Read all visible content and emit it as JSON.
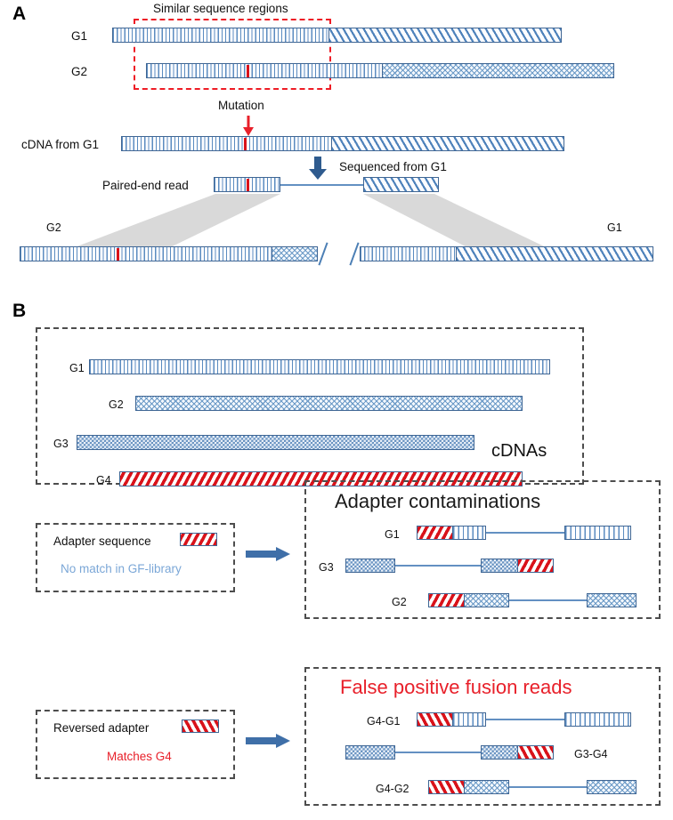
{
  "figure": {
    "panels": [
      {
        "letter": "A"
      },
      {
        "letter": "B"
      }
    ]
  },
  "panelA": {
    "letter": "A",
    "similar_region_label": "Similar sequence regions",
    "mutation_label": "Mutation",
    "gene1_label": "G1",
    "gene2_label": "G2",
    "cdna_label": "cDNA from G1",
    "sequenced_label": "Sequenced from G1",
    "paired_end_label": "Paired-end read",
    "bottom_left_label": "G2",
    "bottom_right_label": "G1"
  },
  "panelB": {
    "letter": "B",
    "cdnas_title": "cDNAs",
    "cdna_rows": [
      {
        "label": "G1",
        "pattern": "vertical-lines"
      },
      {
        "label": "G2",
        "pattern": "zigzag-wave"
      },
      {
        "label": "G3",
        "pattern": "checkerboard"
      },
      {
        "label": "G4",
        "pattern": "red-diagonal"
      }
    ],
    "adapter_legend": {
      "title": "Adapter sequence",
      "note": "No match in GF-library",
      "swatch": "red-diagonal-forward"
    },
    "adapter_panel": {
      "title": "Adapter contaminations",
      "reads": [
        {
          "label": "G1",
          "label_side": "left",
          "pattern": "vertical-lines"
        },
        {
          "label": "G3",
          "label_side": "left",
          "pattern": "checkerboard"
        },
        {
          "label": "G2",
          "label_side": "left",
          "pattern": "zigzag-wave"
        }
      ]
    },
    "reversed_legend": {
      "title": "Reversed adapter",
      "note": "Matches G4",
      "swatch": "red-diagonal-reversed"
    },
    "fusion_panel": {
      "title": "False positive fusion reads",
      "reads": [
        {
          "label": "G4-G1",
          "label_side": "left",
          "pattern": "vertical-lines"
        },
        {
          "label": "G3-G4",
          "label_side": "right",
          "pattern": "checkerboard"
        },
        {
          "label": "G4-G2",
          "label_side": "left",
          "pattern": "zigzag-wave"
        }
      ]
    }
  },
  "colors": {
    "bar_border": "#3f6694",
    "hatch_blue": "#5b8cc0",
    "mutation_red": "#d9121a",
    "dashed_red": "#ee1c25",
    "dashed_grey": "#4d4d4d",
    "arrow_blue": "#3f6fa8",
    "note_blue": "#7ba7d7",
    "note_red": "#e8202a",
    "funnel_grey": "#d9d9d9"
  }
}
